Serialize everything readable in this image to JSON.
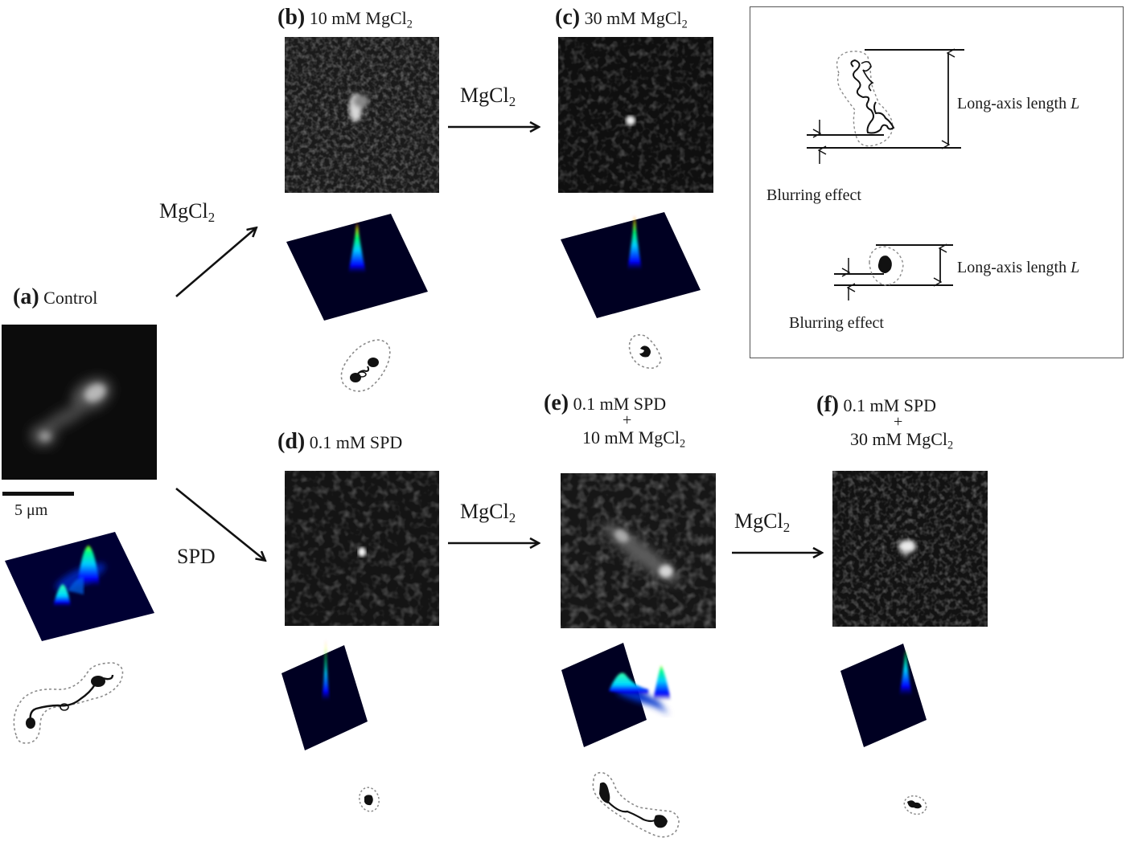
{
  "figure": {
    "panels": [
      {
        "id": "a",
        "letter": "(a)",
        "condition": "Control"
      },
      {
        "id": "b",
        "letter": "(b)",
        "condition": "10 mM MgCl",
        "condition_sub": "2"
      },
      {
        "id": "c",
        "letter": "(c)",
        "condition": "30 mM MgCl",
        "condition_sub": "2"
      },
      {
        "id": "d",
        "letter": "(d)",
        "condition": "0.1 mM SPD"
      },
      {
        "id": "e",
        "letter": "(e)",
        "condition_line1": "0.1 mM  SPD",
        "plus": "+",
        "condition_line2": "10 mM MgCl",
        "condition_sub": "2"
      },
      {
        "id": "f",
        "letter": "(f)",
        "condition_line1": "0.1 mM SPD",
        "plus": "+",
        "condition_line2": "30 mM MgCl",
        "condition_sub": "2"
      }
    ],
    "arrows": [
      {
        "id": "a-to-b",
        "label": "MgCl",
        "label_sub": "2"
      },
      {
        "id": "b-to-c",
        "label": "MgCl",
        "label_sub": "2"
      },
      {
        "id": "a-to-d",
        "label": "SPD"
      },
      {
        "id": "d-to-e",
        "label": "MgCl",
        "label_sub": "2"
      },
      {
        "id": "e-to-f",
        "label": "MgCl",
        "label_sub": "2"
      }
    ],
    "scale_bar": {
      "label": "5 μm"
    },
    "inset": {
      "top_schematic": {
        "length_label": "Long-axis length ",
        "length_symbol": "L",
        "blur_label": "Blurring effect"
      },
      "bottom_schematic": {
        "length_label": "Long-axis length ",
        "length_symbol": "L",
        "blur_label": "Blurring effect"
      }
    },
    "colors": {
      "micrograph_bg": "#121212",
      "surface_bg": "#00001e",
      "peak_low": "#0000ff",
      "peak_mid": "#00ffcc",
      "peak_high": "#ffff00",
      "peak_top": "#ff3300",
      "contour_dash": "#8a8a8a"
    }
  }
}
